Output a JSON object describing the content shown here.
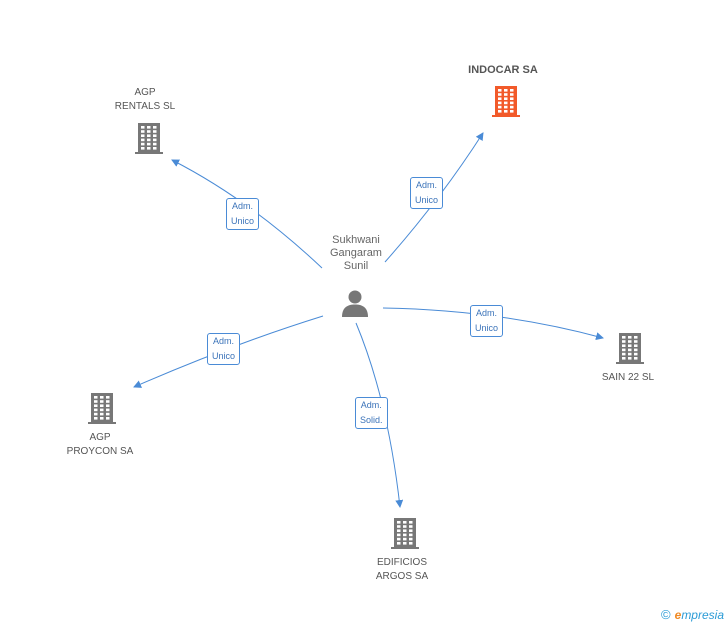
{
  "center": {
    "name_lines": [
      "Sukhwani",
      "Gangaram",
      "Sunil"
    ]
  },
  "companies": {
    "indocar": {
      "name_lines": [
        "INDOCAR SA"
      ],
      "color": "#f25a2a"
    },
    "agp_rentals": {
      "name_lines": [
        "AGP",
        "RENTALS SL"
      ],
      "color": "#777777"
    },
    "sain22": {
      "name_lines": [
        "SAIN 22 SL"
      ],
      "color": "#777777"
    },
    "agp_proycon": {
      "name_lines": [
        "AGP",
        "PROYCON SA"
      ],
      "color": "#777777"
    },
    "edificios": {
      "name_lines": [
        "EDIFICIOS",
        "ARGOS SA"
      ],
      "color": "#777777"
    }
  },
  "relations": {
    "agp_rentals": [
      "Adm.",
      "Unico"
    ],
    "indocar": [
      "Adm.",
      "Unico"
    ],
    "sain22": [
      "Adm.",
      "Unico"
    ],
    "agp_proycon": [
      "Adm.",
      "Unico"
    ],
    "edificios": [
      "Adm.",
      "Solid."
    ]
  },
  "colors": {
    "edge": "#4a8bd6",
    "person": "#777777"
  },
  "brand": {
    "copyright": "©",
    "initial": "e",
    "rest": "mpresia"
  }
}
